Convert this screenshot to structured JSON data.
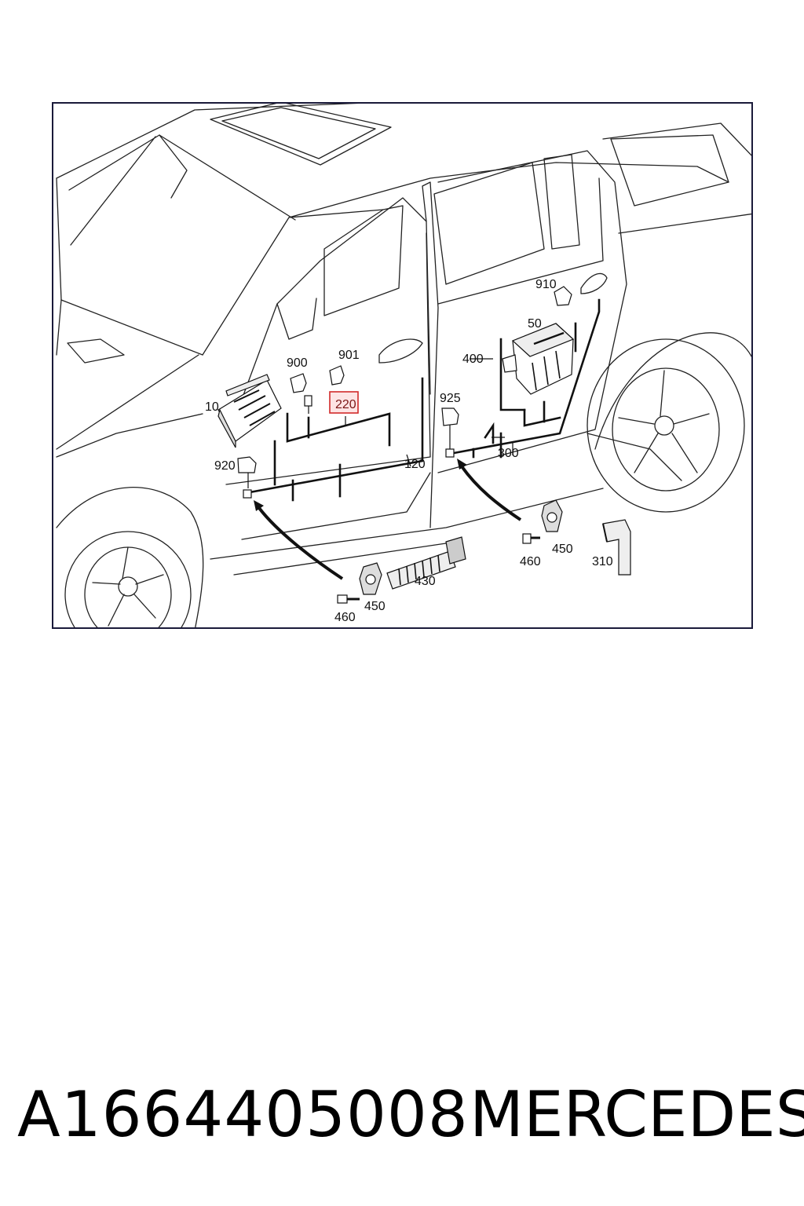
{
  "diagram": {
    "callouts": {
      "c10": "10",
      "c50": "50",
      "c120": "120",
      "c220": "220",
      "c300": "300",
      "c310": "310",
      "c400": "400",
      "c430": "430",
      "c450a": "450",
      "c450b": "450",
      "c460a": "460",
      "c460b": "460",
      "c900": "900",
      "c901": "901",
      "c910": "910",
      "c920": "920",
      "c925": "925"
    },
    "highlighted_callout": "220",
    "highlight_color": "#d12a2a",
    "line_color": "#111111",
    "frame_color": "#1a1a3a"
  },
  "footer": {
    "part_number": "A1664405008",
    "brand": "MERCEDES"
  }
}
